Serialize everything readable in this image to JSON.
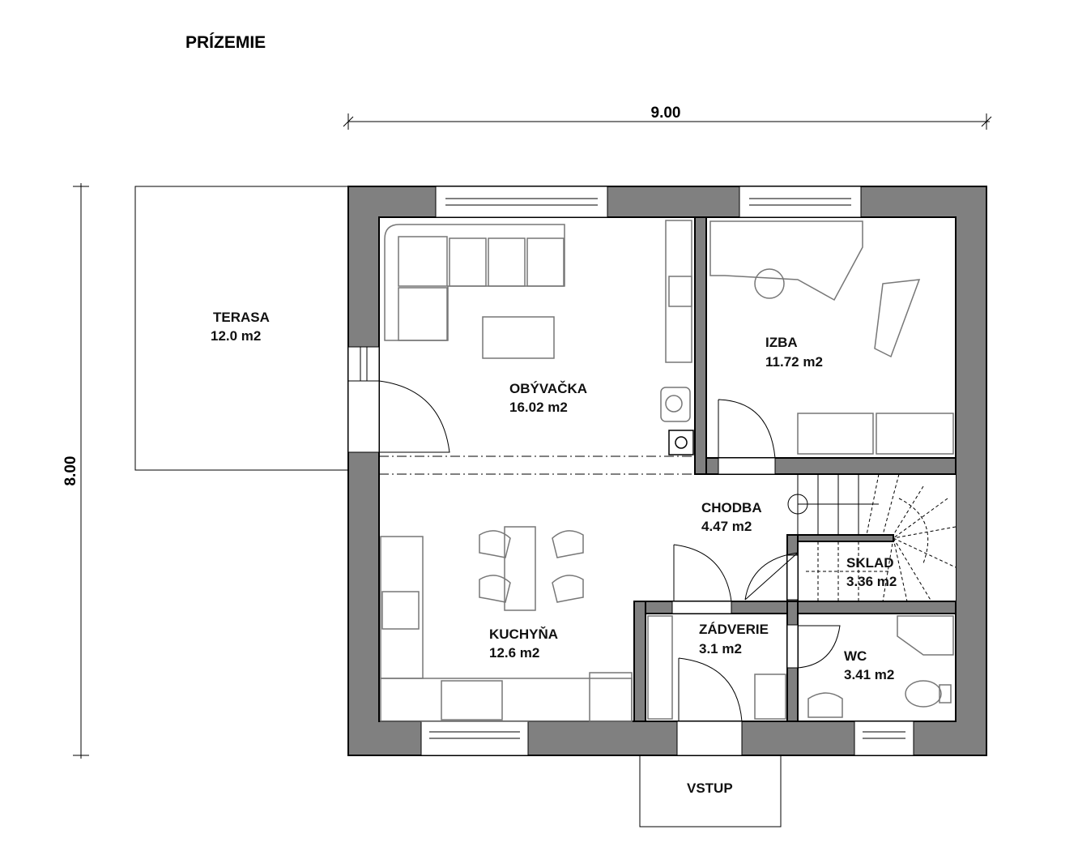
{
  "title": "PRÍZEMIE",
  "dimensions": {
    "width": "9.00",
    "height": "8.00"
  },
  "colors": {
    "wall": "#808080",
    "line": "#000000",
    "furniture": "#777777"
  },
  "rooms": [
    {
      "name": "TERASA",
      "area": "12.0 m2"
    },
    {
      "name": "OBÝVAČKA",
      "area": "16.02 m2"
    },
    {
      "name": "IZBA",
      "area": "11.72 m2"
    },
    {
      "name": "CHODBA",
      "area": "4.47 m2"
    },
    {
      "name": "SKLAD",
      "area": "3.36 m2"
    },
    {
      "name": "KUCHYŇA",
      "area": "12.6 m2"
    },
    {
      "name": "ZÁDVERIE",
      "area": "3.1 m2"
    },
    {
      "name": "WC",
      "area": "3.41 m2"
    },
    {
      "name": "VSTUP"
    }
  ]
}
